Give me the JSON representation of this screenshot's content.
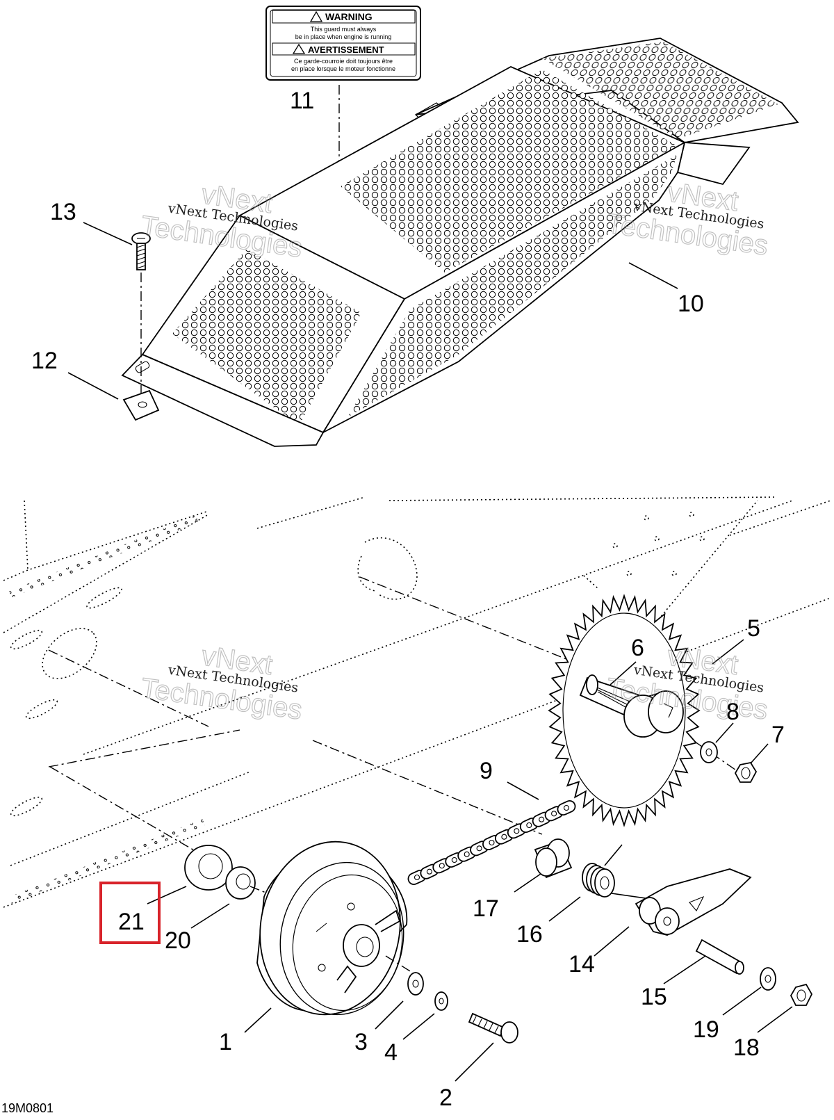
{
  "label": {
    "warning_title": "WARNING",
    "warning_line1": "This guard must always",
    "warning_line2": "be in place when engine is running",
    "avert_title": "AVERTISSEMENT",
    "avert_line1": "Ce garde-courroie doit toujours être",
    "avert_line2": "en place lorsque le moteur fonctionne"
  },
  "watermark": {
    "line1": "vNext Technologies",
    "big1": "vNext",
    "big2": "Technologies"
  },
  "callouts": {
    "c1": "1",
    "c2": "2",
    "c3": "3",
    "c4": "4",
    "c5": "5",
    "c6": "6",
    "c7": "7",
    "c8": "8",
    "c9": "9",
    "c10": "10",
    "c11": "11",
    "c12": "12",
    "c13": "13",
    "c14": "14",
    "c15": "15",
    "c16": "16",
    "c17": "17",
    "c18": "18",
    "c19": "19",
    "c20": "20",
    "c21": "21"
  },
  "highlighted_callout": "21",
  "highlight_color": "#d8232a",
  "figure_code": "19M0801"
}
